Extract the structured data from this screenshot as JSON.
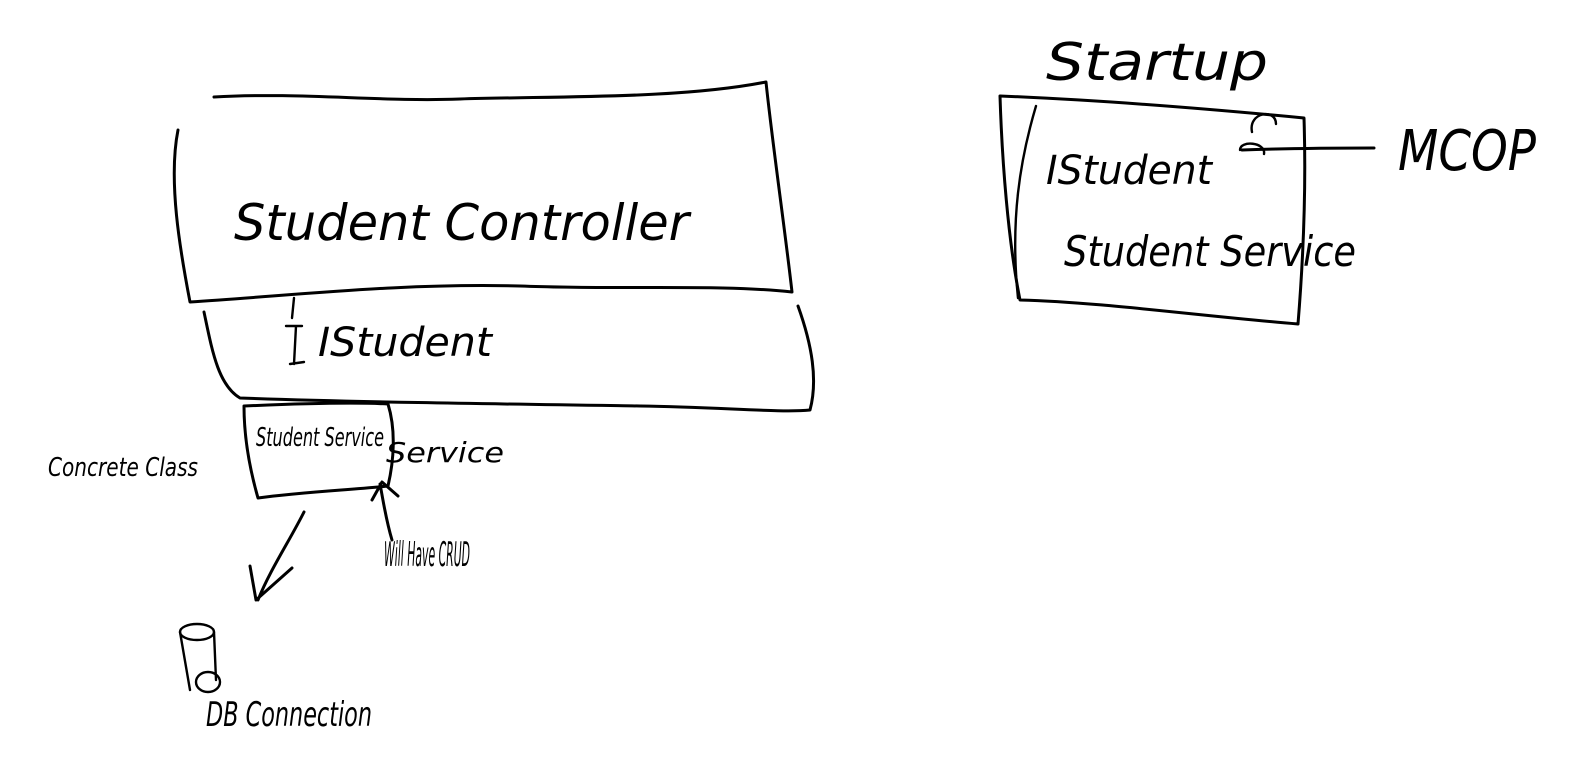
{
  "canvas": {
    "background": "#ffffff",
    "ink_color": "#000000"
  },
  "labels": {
    "student_controller": "Student Controller",
    "istudent_interface": "IStudent",
    "student_service": "Student Service",
    "concrete_class": "Concrete Class",
    "service_name": "Service",
    "will_have_crud": "Will Have CRUD",
    "db_connection": "DB Connection",
    "startup": "Startup",
    "istudent_startup": "IStudent",
    "student_service_startup": "Student Service",
    "mcop": "MCOP"
  },
  "icons": {
    "db": "database-cylinder-icon",
    "arrow": "hand-drawn-arrow-icon",
    "pin": "pin-icon"
  }
}
